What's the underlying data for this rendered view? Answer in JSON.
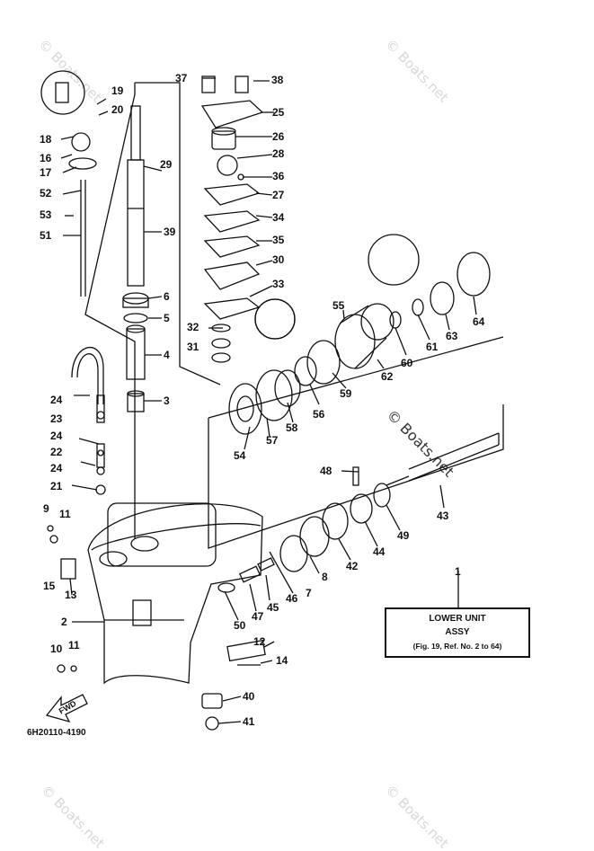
{
  "diagram_code": "6H20110-4190",
  "callout": {
    "line1": "LOWER UNIT",
    "line2": "ASSY",
    "line3": "(Fig. 19, Ref. No. 2 to 64)"
  },
  "fwd_label": "FWD",
  "watermark": "© Boats.net",
  "part_numbers": [
    "1",
    "2",
    "3",
    "4",
    "5",
    "6",
    "7",
    "8",
    "9",
    "10",
    "11",
    "11",
    "12",
    "13",
    "14",
    "15",
    "16",
    "17",
    "18",
    "19",
    "20",
    "21",
    "22",
    "23",
    "24",
    "24",
    "24",
    "25",
    "26",
    "27",
    "28",
    "29",
    "30",
    "31",
    "32",
    "33",
    "34",
    "35",
    "36",
    "37",
    "38",
    "39",
    "40",
    "41",
    "42",
    "43",
    "44",
    "45",
    "46",
    "47",
    "48",
    "49",
    "50",
    "51",
    "52",
    "53",
    "54",
    "55",
    "56",
    "57",
    "58",
    "59",
    "60",
    "61",
    "62",
    "63",
    "64"
  ],
  "colors": {
    "ink": "#111111",
    "watermark": "#d8d8d8",
    "background": "#ffffff"
  }
}
